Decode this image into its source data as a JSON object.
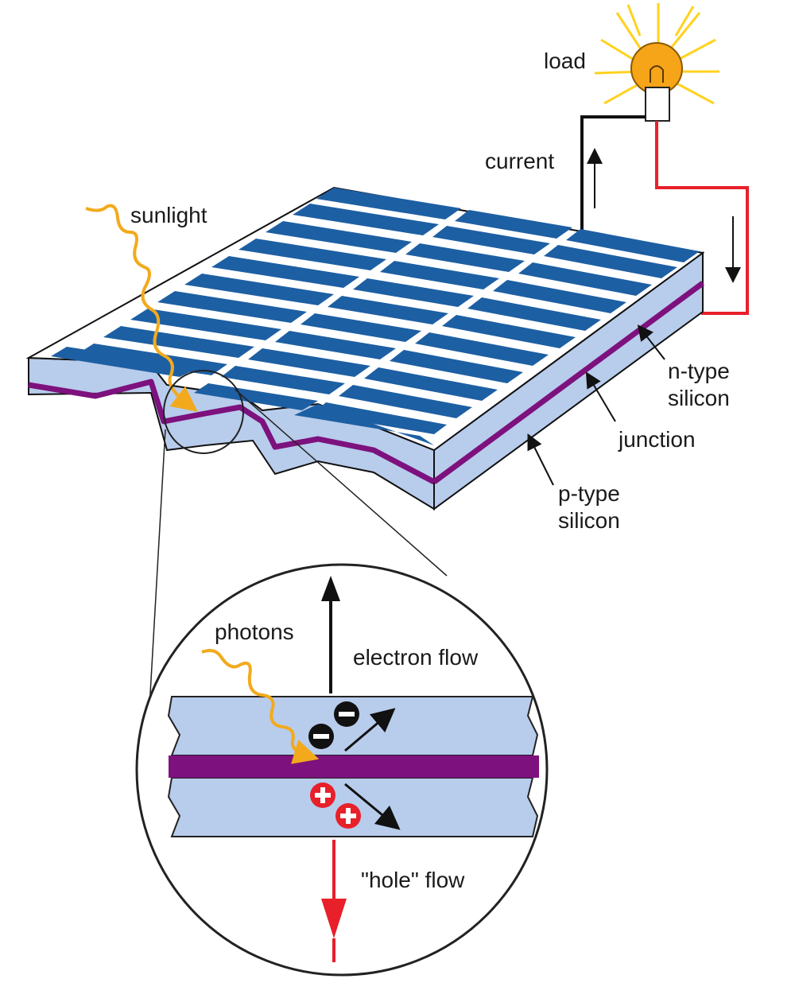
{
  "labels": {
    "load": "load",
    "current": "current",
    "sunlight": "sunlight",
    "n_type_1": "n-type",
    "n_type_2": "silicon",
    "junction": "junction",
    "p_type_1": "p-type",
    "p_type_2": "silicon",
    "photons": "photons",
    "electron_flow": "electron flow",
    "hole_flow": "\"hole\" flow"
  },
  "colors": {
    "cell_top": "#1d5fa3",
    "silicon": "#b8ccec",
    "junction": "#7d117d",
    "sunlight": "#f2aa1c",
    "wire_negative": "#111111",
    "wire_positive": "#e8202a",
    "bulb_glow": "#ffd21f",
    "charge_positive": "#e8202a",
    "charge_negative": "#111111"
  },
  "icons": {
    "bulb": "lightbulb-icon",
    "electron": "minus-circle-icon",
    "hole": "plus-circle-icon"
  }
}
